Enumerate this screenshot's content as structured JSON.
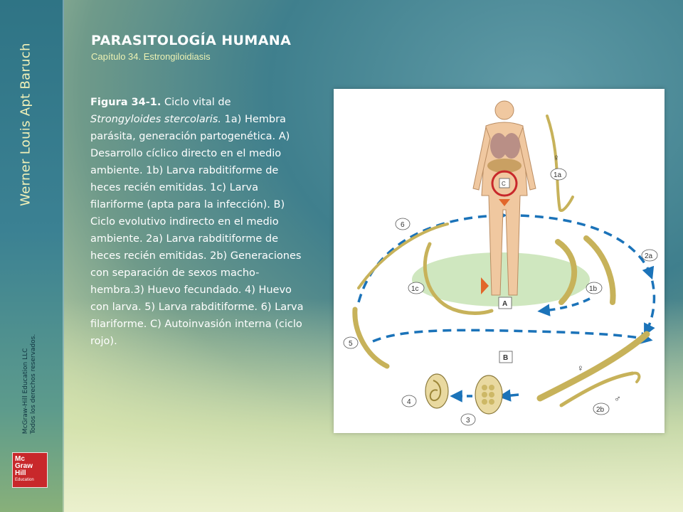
{
  "sidebar": {
    "author": "Werner Louis Apt Baruch",
    "publisher_line": "McGraw-Hill Education LLC",
    "rights_line": "Todos los derechos reservados.",
    "logo_lines": [
      "Mc",
      "Graw",
      "Hill",
      "Education"
    ]
  },
  "header": {
    "title": "PARASITOLOGÍA HUMANA",
    "chapter_label": "Capítulo 34.",
    "chapter_topic": "Estrongiloidiasis"
  },
  "caption": {
    "figure_label": "Figura 34-1.",
    "text_a": " Ciclo vital de ",
    "species": "Strongyloides stercolaris.",
    "text_b": " 1a) Hembra parásita, generación partogenética. A) Desarrollo cíclico directo en el medio ambiente. 1b) Larva rabditiforme de heces recién emitidas. 1c) Larva filariforme (apta para la infección). B) Ciclo evolutivo indirecto en el medio ambiente. 2a) Larva  rabditiforme de heces recién emitidas. 2b) Generaciones con separación de sexos macho-hembra.3) Huevo fecundado. 4) Huevo con larva. 5) Larva rabditiforme. 6) Larva filariforme. C) Autoinvasión interna (ciclo rojo)."
  },
  "figure": {
    "labels": {
      "l1a": "1a",
      "l1b": "1b",
      "l1c": "1c",
      "l2a": "2a",
      "l2b": "2b",
      "l3": "3",
      "l4": "4",
      "l5": "5",
      "l6": "6",
      "A": "A",
      "B": "B",
      "C": "C",
      "female": "♀",
      "male": "♂"
    },
    "colors": {
      "arrow_blue": "#1b73b9",
      "worm": "#c7b25a",
      "worm_dark": "#7f6d2b",
      "zone_green": "#cfe7bf",
      "cycle_red": "#c8282b",
      "marker_orange": "#e2662a"
    }
  }
}
